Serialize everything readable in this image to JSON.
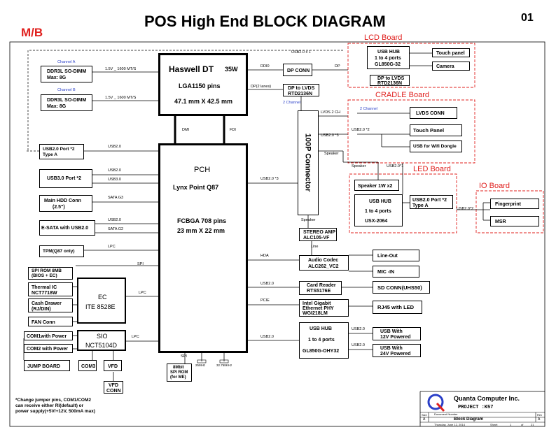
{
  "title": "POS High End  BLOCK DIAGRAM",
  "page_number": "01",
  "mb_label": "M/B",
  "groups": {
    "lcd": "LCD Board",
    "cradle": "CRADLE Board",
    "led": "LED Board",
    "io": "IO Board"
  },
  "cpu": {
    "name": "Haswell DT",
    "power": "35W",
    "socket": "LGA1150 pins",
    "size": "47.1 mm X 42.5 mm"
  },
  "pch": {
    "name": "PCH",
    "chip": "Lynx Point  Q87",
    "pkg": "FCBGA 708 pins",
    "size": "23 mm X 22 mm"
  },
  "connector": "100P Connector",
  "ec": {
    "name": "EC",
    "chip": "ITE 8528E"
  },
  "sio": {
    "name": "SIO",
    "chip": "NCT5104D"
  },
  "blocks": {
    "dimm_a_l1": "DDR3L SO-DIMM",
    "dimm_a_l2": "Max: 8G",
    "dimm_b_l1": "DDR3L SO-DIMM",
    "dimm_b_l2": "Max: 8G",
    "ch_a": "Channel A",
    "ch_b": "Channel B",
    "usb20_port_l1": "USB2.0 Port *2",
    "usb20_port_l2": "Type A",
    "usb30_port": "USB3.0 Port *2",
    "hdd_l1": "Main HDD Conn",
    "hdd_l2": "(2.5\")",
    "esata": "E-SATA with USB2.0",
    "tpm": "TPM(Q87 only)",
    "spirom_l1": "SPI ROM 8MB",
    "spirom_l2": "(BIOS + EC)",
    "thermal_l1": "Thermal IC",
    "thermal_l2": "NCT7718W",
    "cash_l1": "Cash Drawer",
    "cash_l2": "(RJ/DIN)",
    "fan": "FAN Conn",
    "com1": "COM1with Power",
    "com2": "COM2 with Power",
    "jump": "JUMP BOARD",
    "com3": "COM3",
    "vfd": "VFD",
    "vfd_conn_l1": "VFD",
    "vfd_conn_l2": "CONN",
    "dpconn": "DP CONN",
    "dplvds_l1": "DP to LVDS",
    "dplvds_l2": "RTD2136N",
    "lcd_hub_l1": "USB HUB",
    "lcd_hub_l2": "1 to 4 ports",
    "lcd_hub_l3": "GL850G-32",
    "touch_panel_lcd": "Touch panel",
    "camera": "Camera",
    "lcd_dplvds_l1": "DP to LVDS",
    "lcd_dplvds_l2": "RTD2136N",
    "lvds_conn": "LVDS CONN",
    "touch_panel": "Touch Panel",
    "wifi_dongle": "USB for Wifi Dongle",
    "speaker1w": "Speaker 1W x2",
    "led_hub_l1": "USB HUB",
    "led_hub_l2": "1 to 4 ports",
    "led_hub_l3": "USX-2064",
    "led_usb_l1": "USB2.0 Port *2",
    "led_usb_l2": "Type A",
    "fingerprint": "Fingerprint",
    "msr": "MSR",
    "stereo_l1": "STEREO AMP",
    "stereo_l2": "ALC105-VF",
    "codec_l1": "Audio Codec",
    "codec_l2": "ALC262_VC2",
    "lineout": "Line-Out",
    "micin": "MIC -IN",
    "card_l1": "Card Reader",
    "card_l2": "RTS5176E",
    "sdconn": "SD CONN(UHS50)",
    "eth_l1": "Intel Gigabit",
    "eth_l2": "Ethernet PHY",
    "eth_l3": "WGI218LM",
    "rj45": "RJ45 with LED",
    "hub_l1": "USB HUB",
    "hub_l2": "1 to 4 ports",
    "hub_l3": "GL850G-OHY32",
    "usb12_l1": "USB With",
    "usb12_l2": "12V Powered",
    "usb24_l1": "USB With",
    "usb24_l2": "24V Powered",
    "spirom_me_l1": "8Mbit",
    "spirom_me_l2": "SPI ROM",
    "spirom_me_l3": "(for ME)"
  },
  "signals": {
    "ddr_a": "1.5V  _  1600 MT/S",
    "ddr_b": "1.5V  _  1600 MT/S",
    "ddi0": "DDI0",
    "dp": "DP",
    "dp2": "DP(2 lanes)",
    "usb2x1": "USB2.0 x 1",
    "ch2": "2 Channel",
    "ch2b": "2 Channel",
    "lvds2ch": "LVDS 2 CH",
    "usb2x2": "USB2.0 *2",
    "usb2x3": "USB2.0 *3",
    "speaker1": "Speaker",
    "speaker2": "Speaker",
    "speaker3": "Speaker",
    "usb2x1b": "USB2.0*1",
    "usb2x2b": "USB2.0*2",
    "dmi": "DMI",
    "fdi": "FDI",
    "usb20a": "USB2.0",
    "usb20b": "USB2.0",
    "usb30": "USB3.0",
    "satag3": "SATA G3",
    "usb20c": "USB2.0",
    "satag2": "SATA G2",
    "lpc1": "LPC",
    "spi1": "SPI",
    "lpc2": "LPC",
    "lpc3": "LPC",
    "usb2x3p": "USB2.0 *3",
    "line": "Line",
    "hda": "HDA",
    "usb20d": "USB2.0",
    "pcie": "PCIE",
    "usb20e": "USB2.0",
    "usb20f": "USB2.0",
    "usb20g": "USB2.0",
    "spi2": "SPI",
    "x1": "25MHz",
    "x2": "32.768KHz"
  },
  "footnote": {
    "l1": "*Change jumper pins, COM1/COM2",
    "l2": "can receive either RI(default) or",
    "l3": "power supply(+5V/+12V, 500mA max)"
  },
  "titleblock": {
    "company": "Quanta Computer Inc.",
    "project": "PROJECT :K57",
    "doc_label": "Document Number",
    "doc_name": "Block Diagram",
    "rev_label": "Rev",
    "rev": "A",
    "date": "Thursday, June 12, 2014",
    "sheet_label": "Sheet",
    "sheet": "1",
    "of": "of",
    "total": "21",
    "size_label": "Size",
    "size": "A"
  },
  "colors": {
    "red": "#e0201e",
    "blue": "#2a3fc8",
    "black": "#000000"
  }
}
